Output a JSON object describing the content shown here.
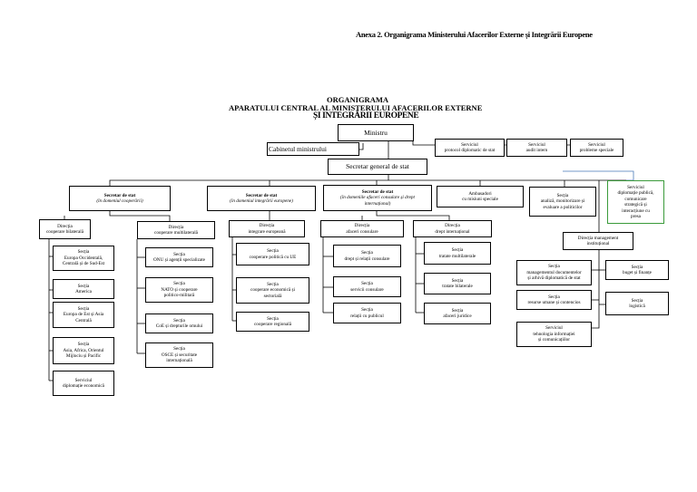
{
  "header": {
    "annex": "Anexa 2. Organigrama Ministerului Afacerilor Externe și Integrării Europene",
    "title_line1": "ORGANIGRAMA",
    "title_line2": "APARATULUI CENTRAL AL MINISTERULUI AFACERILOR EXTERNE",
    "title_line3": "ȘI INTEGRĂRII EUROPENE"
  },
  "colors": {
    "line": "#000000",
    "accent_blue": "#4a7ab8",
    "accent_green": "#3a9a3a"
  },
  "nodes": {
    "ministru": {
      "l1": "Ministru"
    },
    "cabinet": {
      "l1": "Cabinetul ministrului"
    },
    "protocol": {
      "l1": "Serviciul",
      "l2": "protocol diplomatic de stat"
    },
    "audit": {
      "l1": "Serviciul",
      "l2": "audit intern"
    },
    "probleme": {
      "l1": "Serviciul",
      "l2": "probleme speciale"
    },
    "secgen": {
      "l1": "Secretar general de stat"
    },
    "ss1": {
      "l1": "Secretar de stat",
      "l2": "(în domeniul cooperării)"
    },
    "ss2": {
      "l1": "Secretar de stat",
      "l2": "(în domeniul integrării europene)"
    },
    "ss3": {
      "l1": "Secretar de stat",
      "l2": "(în domeniile afaceri consulare și drept",
      "l3": "internațional)"
    },
    "ambasadori": {
      "l1": "Ambasadori",
      "l2": "cu misiuni speciale"
    },
    "analiza": {
      "l1": "Secția",
      "l2": "analiză, monitorizare și",
      "l3": "evaluare a politicilor"
    },
    "diplomatie_publica": {
      "l1": "Serviciul",
      "l2": "diplomație publică,",
      "l3": "comunicare",
      "l4": "strategică și",
      "l5": "interacțiune cu",
      "l6": "presa"
    },
    "dir_bilaterala": {
      "l1": "Direcția",
      "l2": "cooperare bilaterală"
    },
    "dir_multilaterala": {
      "l1": "Direcția",
      "l2": "cooperare multilaterală"
    },
    "dir_integrare": {
      "l1": "Direcția",
      "l2": "integrare europeană"
    },
    "dir_consulare": {
      "l1": "Direcția",
      "l2": "afaceri consulare"
    },
    "dir_drept": {
      "l1": "Direcția",
      "l2": "drept internațional"
    },
    "dir_management": {
      "l1": "Direcția management",
      "l2": "instituțional"
    },
    "s_europa_occ": {
      "l1": "Secția",
      "l2": "Europa Occidentală,",
      "l3": "Centrală și de Sud-Est"
    },
    "s_america": {
      "l1": "Secția",
      "l2": "America"
    },
    "s_europa_est": {
      "l1": "Secția",
      "l2": "Europa de Est și Asia",
      "l3": "Centrală"
    },
    "s_asia": {
      "l1": "Secția",
      "l2": "Asia, Africa, Orientul",
      "l3": "Mijlociu și Pacific"
    },
    "sv_economica": {
      "l1": "Serviciul",
      "l2": "diplomație economică"
    },
    "s_onu": {
      "l1": "Secția",
      "l2": "ONU și agenții specializate"
    },
    "s_nato": {
      "l1": "Secția",
      "l2": "NATO și cooperare",
      "l3": "politico-militară"
    },
    "s_coe": {
      "l1": "Secția",
      "l2": "CoE și drepturile omului"
    },
    "s_osce": {
      "l1": "Secția",
      "l2": "OSCE și securitate",
      "l3": "internațională"
    },
    "s_politica_ue": {
      "l1": "Secția",
      "l2": "cooperare politică cu UE"
    },
    "s_economica": {
      "l1": "Secția",
      "l2": "cooperare economică și",
      "l3": "sectorială"
    },
    "s_regionala": {
      "l1": "Secția",
      "l2": "cooperare regională"
    },
    "s_drept_consular": {
      "l1": "Secția",
      "l2": "drept și relații consulare"
    },
    "s_servicii_consulare": {
      "l1": "Secția",
      "l2": "servicii consulare"
    },
    "s_relatii_public": {
      "l1": "Secția",
      "l2": "relații cu publicul"
    },
    "s_tratate_multi": {
      "l1": "Secția",
      "l2": "tratate multilaterale"
    },
    "s_tratate_bi": {
      "l1": "Secția",
      "l2": "tratate bilaterale"
    },
    "s_juridice": {
      "l1": "Secția",
      "l2": "afaceri juridice"
    },
    "s_documente": {
      "l1": "Secția",
      "l2": "managementul documentelor",
      "l3": "și arhivă diplomatică de stat"
    },
    "s_buget": {
      "l1": "Secția",
      "l2": "buget și finanțe"
    },
    "s_resurse": {
      "l1": "Secția",
      "l2": "resurse umane și contencios"
    },
    "s_logistica": {
      "l1": "Secția",
      "l2": "logistică"
    },
    "sv_tehnologia": {
      "l1": "Serviciul",
      "l2": "tehnologia informației",
      "l3": "și comunicațiilor"
    }
  }
}
